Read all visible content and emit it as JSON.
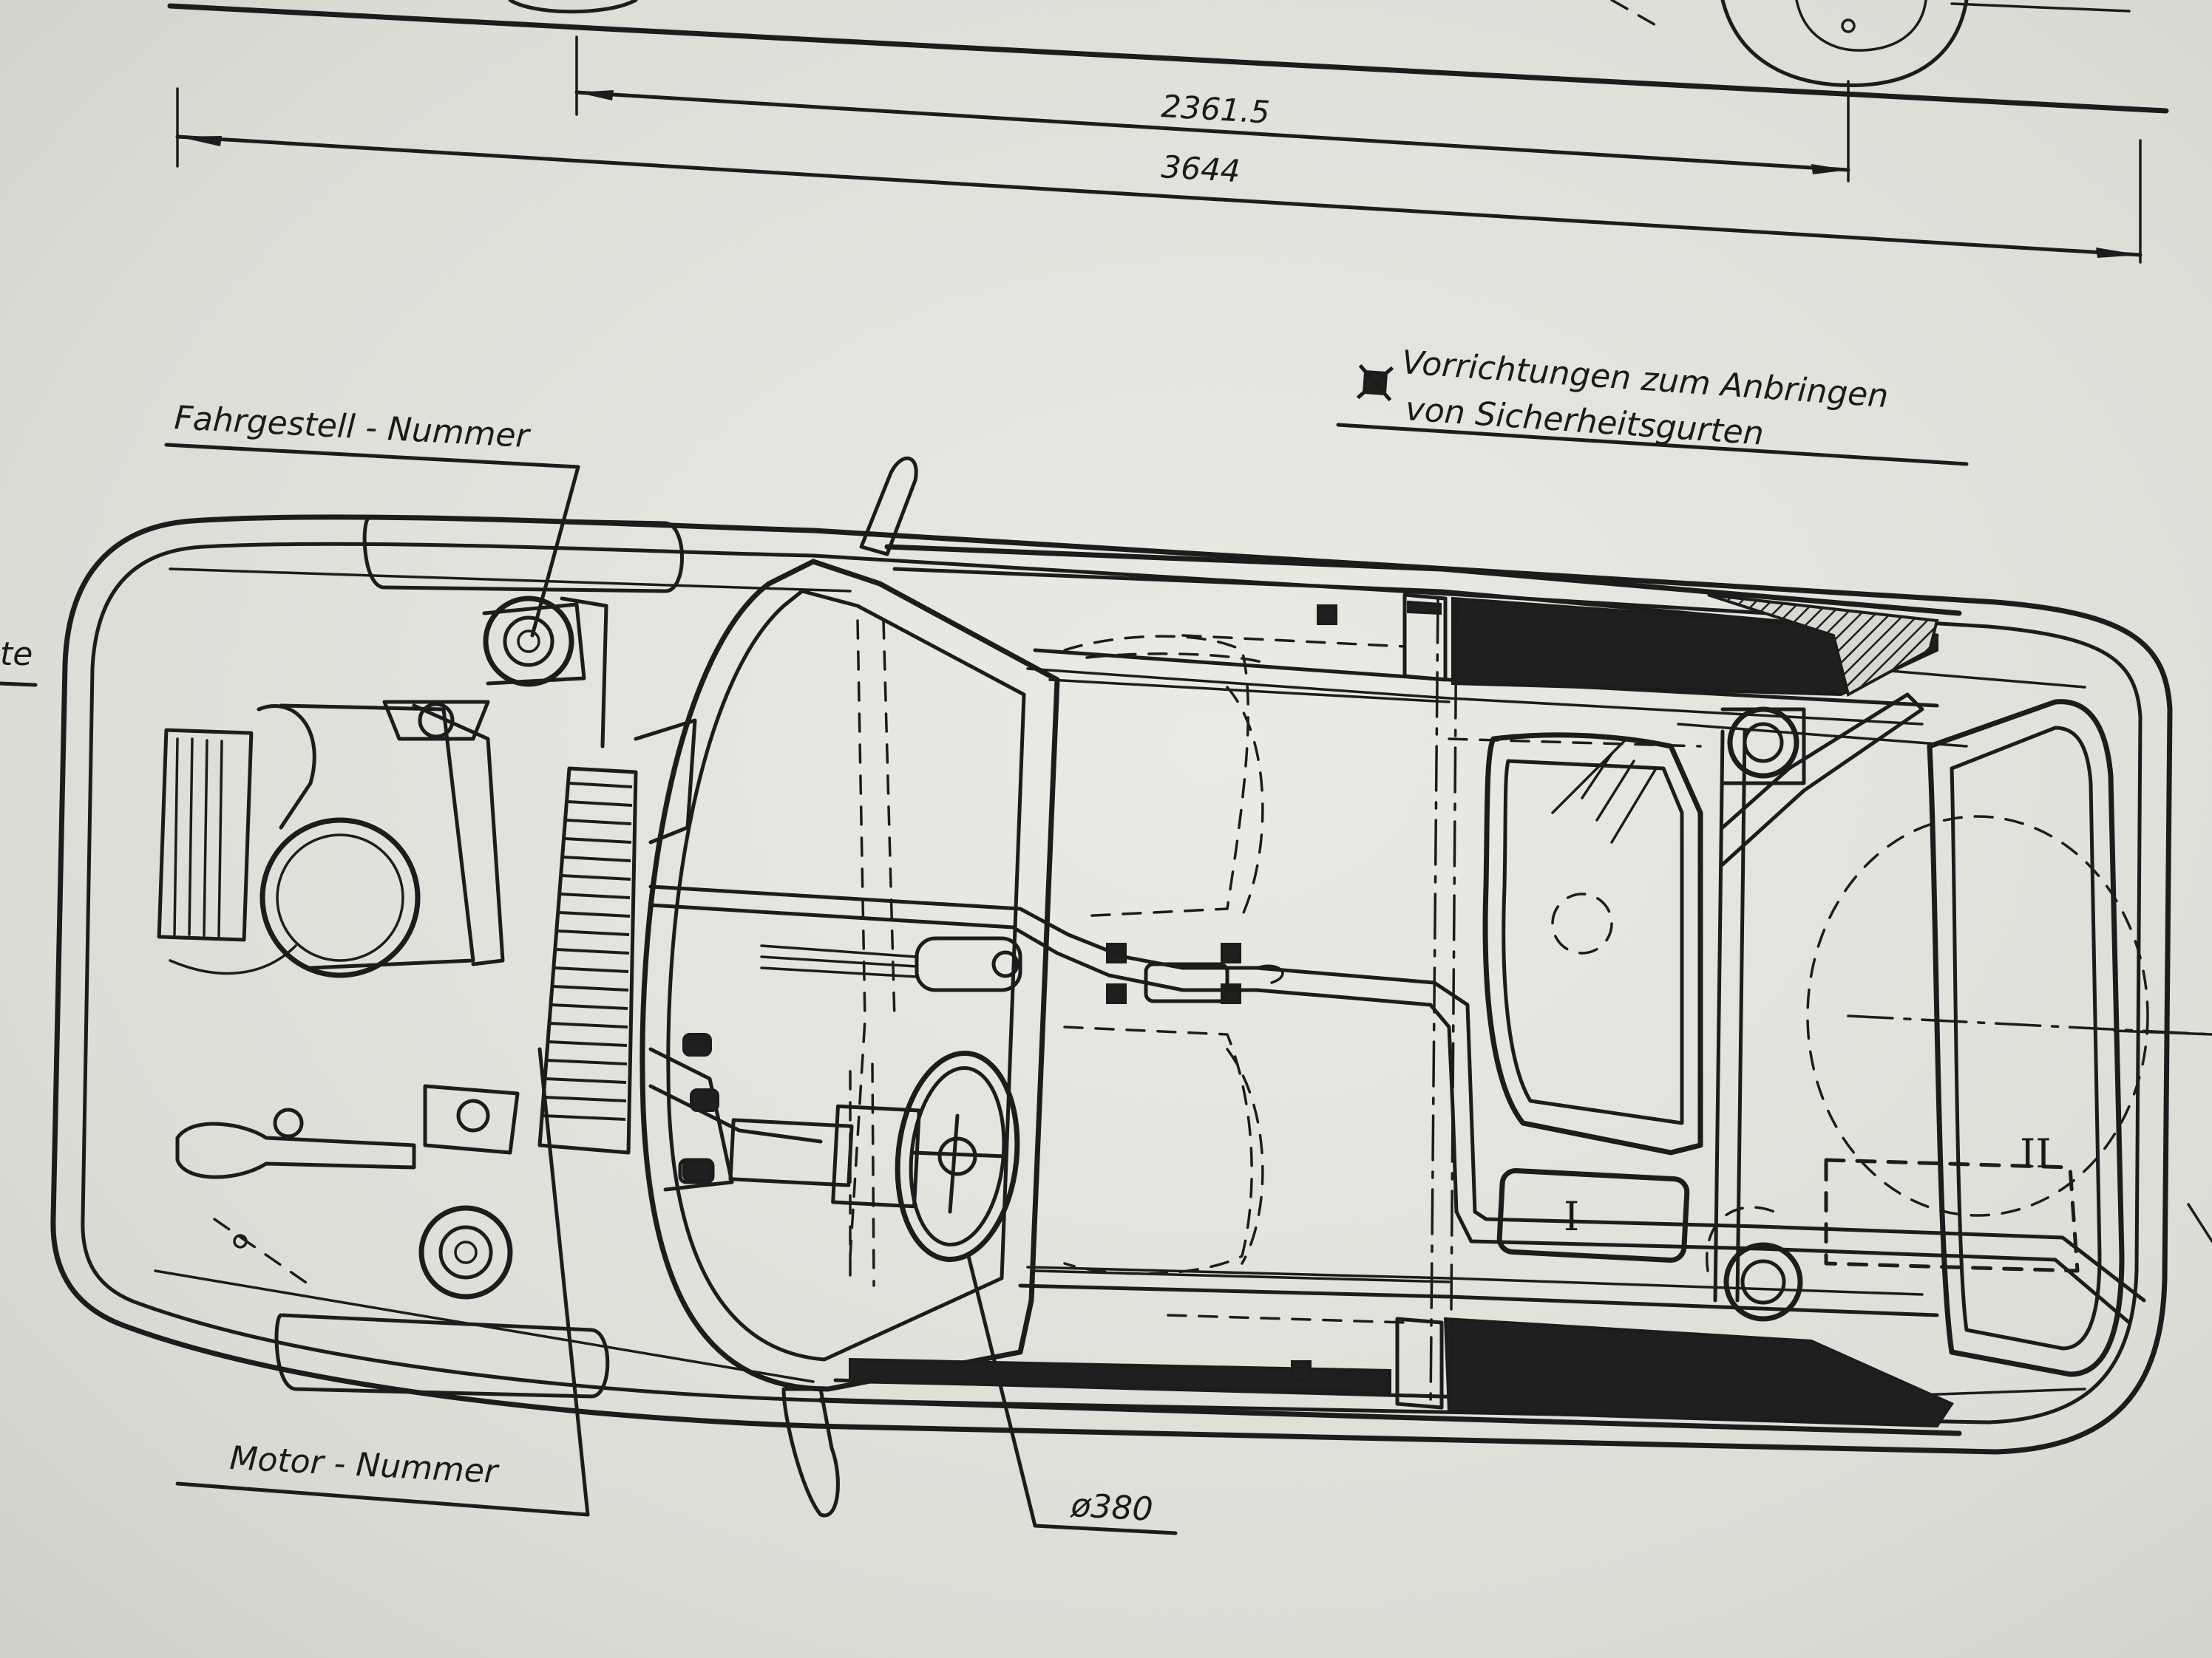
{
  "dimensions": {
    "wheelbase": "2361.5",
    "overall_length": "3644"
  },
  "labels": {
    "chassis_number": "Fahrgestell - Nummer",
    "engine_number": "Motor - Nummer",
    "steering_wheel_diameter": "ø380",
    "legend_line1": "Vorrichtungen zum Anbringen",
    "legend_line2": "von Sicherheitsgurten",
    "legend_symbol": "⌘",
    "left_edge_fragment": "te"
  },
  "markers": {
    "muffler_front": "I",
    "muffler_rear": "II"
  },
  "colors": {
    "paper": "#e2e2dc",
    "ink": "#1c1c1c"
  }
}
